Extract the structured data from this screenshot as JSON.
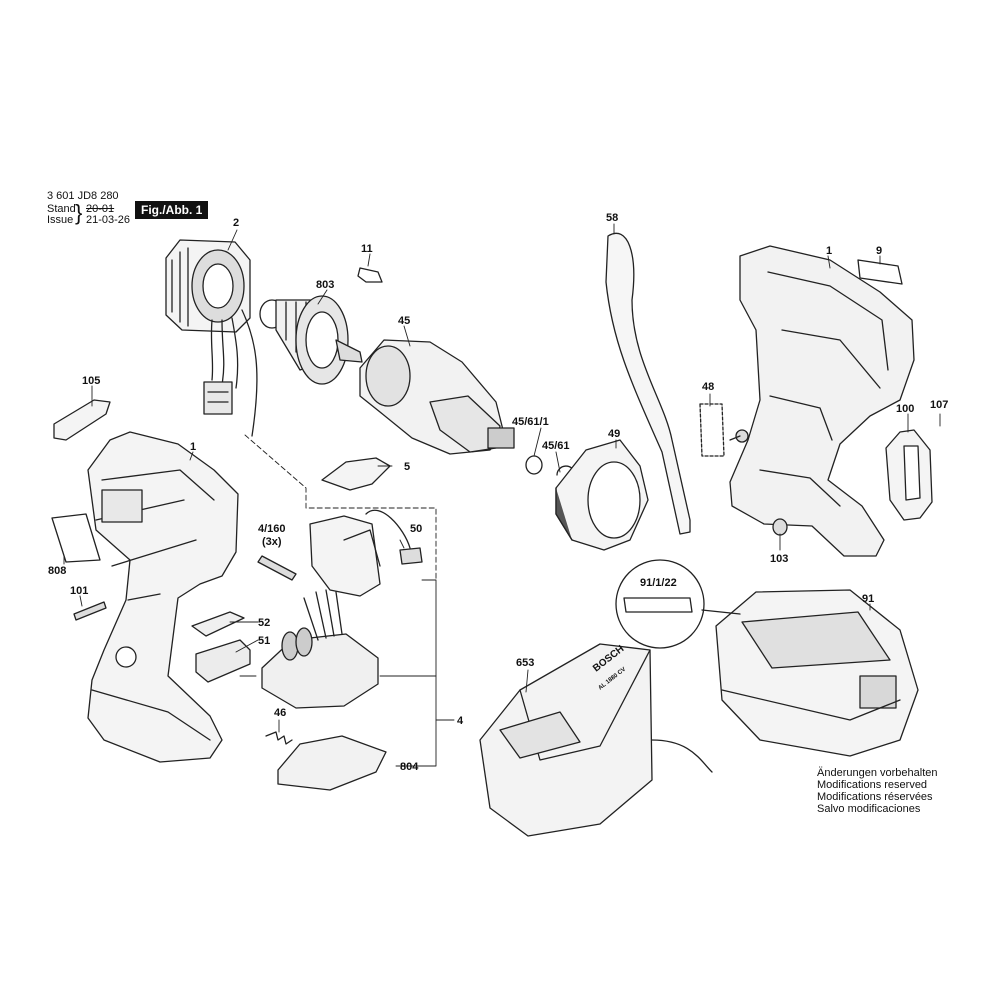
{
  "header": {
    "part_number": "3 601 JD8 280",
    "stand_label": "Stand",
    "issue_label": "Issue",
    "old_date": "20-01",
    "new_date": "21-03-26",
    "figure_tag": "Fig./Abb. 1"
  },
  "callouts": {
    "c2": "2",
    "c11": "11",
    "c803": "803",
    "c45": "45",
    "c58": "58",
    "c1_housing": "1",
    "c9": "9",
    "c105": "105",
    "c1_shell": "1",
    "c5": "5",
    "c45_61_1": "45/61/1",
    "c45_61": "45/61",
    "c49": "49",
    "c48": "48",
    "c100": "100",
    "c107": "107",
    "c4_160": "4/160",
    "c3x": "(3x)",
    "c50": "50",
    "c808": "808",
    "c101": "101",
    "c52": "52",
    "c51": "51",
    "c103": "103",
    "c91_1_22": "91/1/22",
    "c91": "91",
    "c653": "653",
    "c46": "46",
    "c4": "4",
    "c804": "804"
  },
  "charger": {
    "brand": "BOSCH",
    "model": "AL 1880 CV"
  },
  "notes": [
    "Änderungen vorbehalten",
    "Modifications reserved",
    "Modifications réservées",
    "Salvo modificaciones"
  ]
}
